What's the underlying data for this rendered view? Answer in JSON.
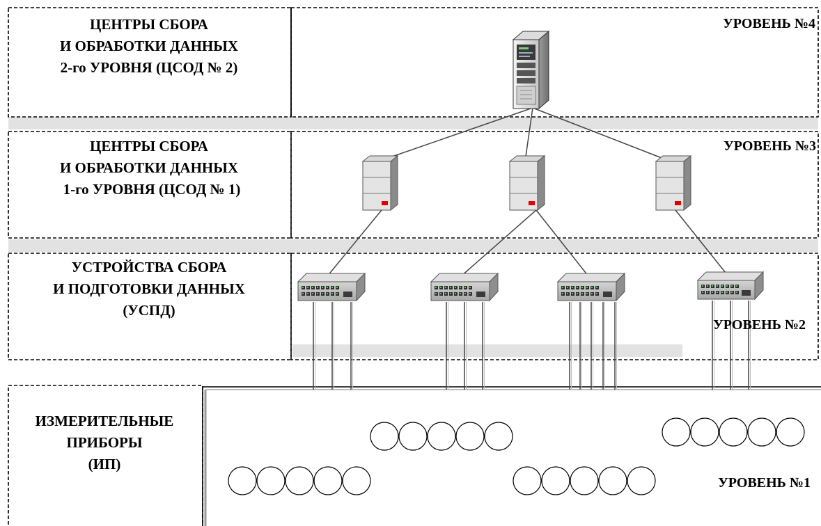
{
  "levels": {
    "l4": {
      "label": "УРОВЕНЬ №4",
      "name_lines": [
        "ЦЕНТРЫ СБОРА",
        "И ОБРАБОТКИ ДАННЫХ",
        "2-го УРОВНЯ (ЦСОД № 2)"
      ]
    },
    "l3": {
      "label": "УРОВЕНЬ №3",
      "name_lines": [
        "ЦЕНТРЫ СБОРА",
        "И ОБРАБОТКИ ДАННЫХ",
        "1-го УРОВНЯ (ЦСОД № 1)"
      ]
    },
    "l2": {
      "label": "УРОВЕНЬ №2",
      "name_lines": [
        "УСТРОЙСТВА СБОРА",
        "И ПОДГОТОВКИ ДАННЫХ",
        "(УСПД)"
      ]
    },
    "l1": {
      "label": "УРОВЕНЬ №1",
      "name_lines": [
        "ИЗМЕРИТЕЛЬНЫЕ",
        "ПРИБОРЫ",
        "(ИП)"
      ]
    }
  },
  "counts": {
    "servers_l3": 3,
    "switches_l2": 4,
    "meter_groups": 4,
    "meters_per_group": 5
  },
  "colors": {
    "band": "#e2e2e2",
    "server_light": "#e4e4e4",
    "server_dark": "#8a8a8a",
    "indicator": "#e00000",
    "link": "#444444"
  }
}
